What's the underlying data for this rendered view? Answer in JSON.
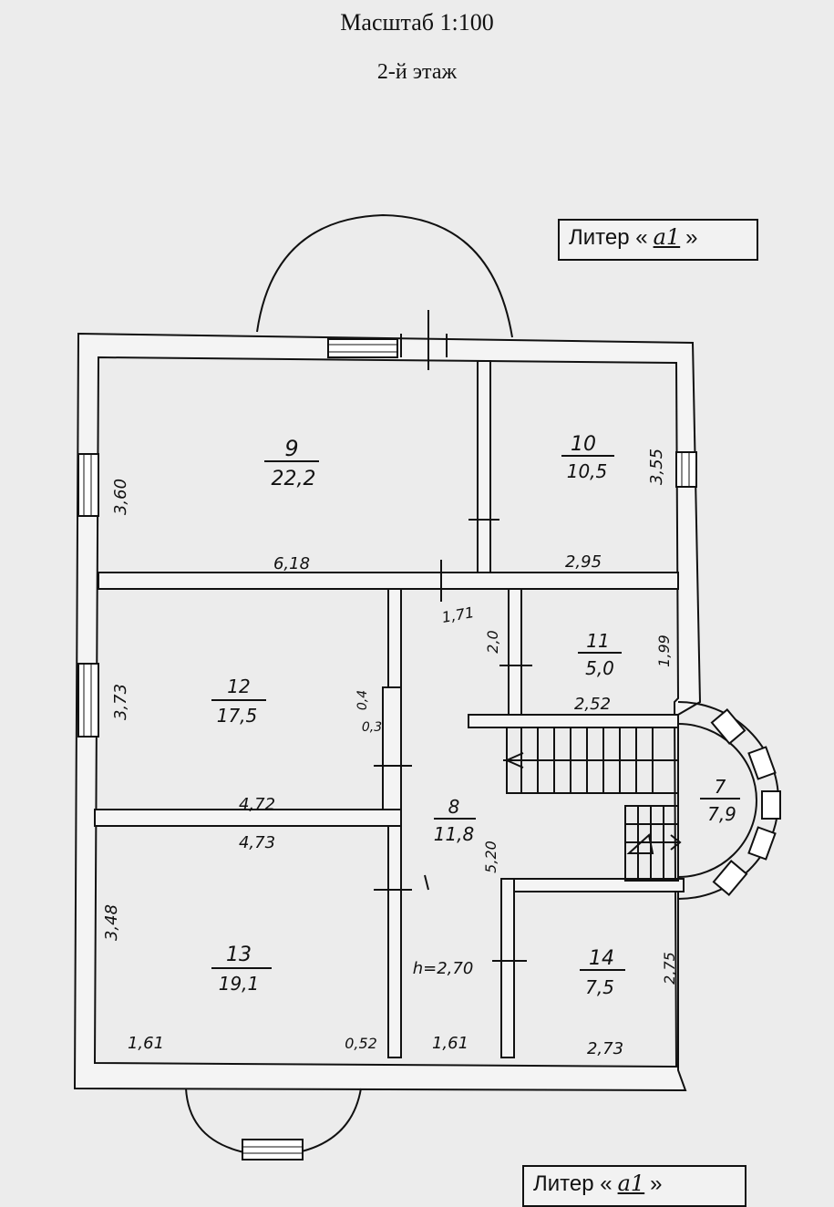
{
  "header": {
    "scale": "Масштаб 1:100",
    "floor": "2-й этаж"
  },
  "liter_top": {
    "prefix": "Литер «",
    "value": "a1",
    "suffix": "»"
  },
  "liter_bottom": {
    "prefix": "Литер «",
    "value": "a1",
    "suffix": "»"
  },
  "rooms": [
    {
      "number": "9",
      "area": "22,2"
    },
    {
      "number": "10",
      "area": "10,5"
    },
    {
      "number": "11",
      "area": "5,0"
    },
    {
      "number": "12",
      "area": "17,5"
    },
    {
      "number": "8",
      "area": "11,8"
    },
    {
      "number": "7",
      "area": "7,9"
    },
    {
      "number": "13",
      "area": "19,1"
    },
    {
      "number": "14",
      "area": "7,5"
    }
  ],
  "dimensions": [
    "3,60",
    "6,18",
    "3,55",
    "2,95",
    "1,71",
    "2,0",
    "1,99",
    "2,52",
    "3,73",
    "0,4",
    "0,3",
    "4,72",
    "4,73",
    "5,20",
    "3,48",
    "h=2,70",
    "2,75",
    "2,73",
    "1,61",
    "0,52",
    "1,61"
  ]
}
